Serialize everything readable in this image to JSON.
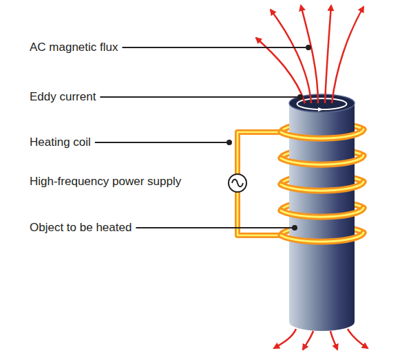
{
  "diagram": {
    "labels": [
      "AC magnetic flux",
      "Eddy current",
      "Heating coil",
      "High-frequency power supply",
      "Object to be heated"
    ]
  }
}
